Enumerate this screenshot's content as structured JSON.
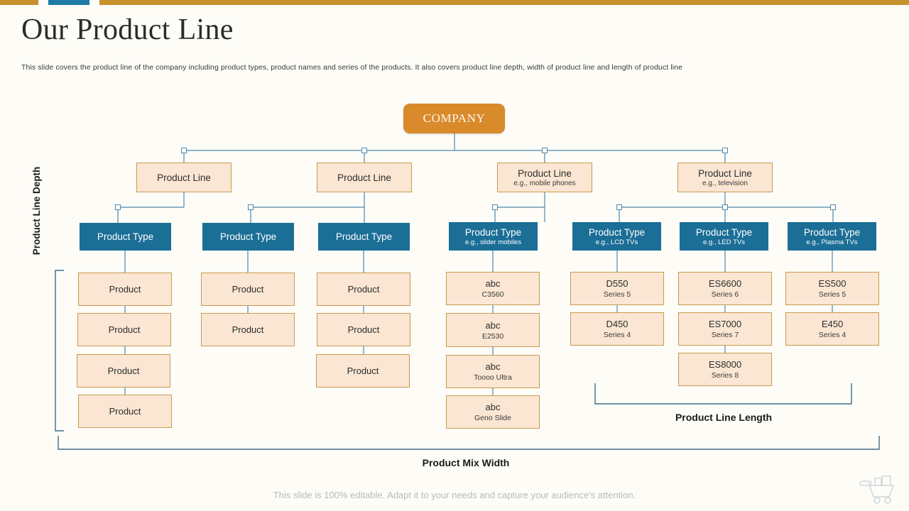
{
  "header": {
    "title": "Our Product Line",
    "subtitle": "This slide covers the product line of the company including product types,  product names and series of the products. It also covers product line depth, width of product line and length  of product line"
  },
  "theme": {
    "accent_orange": "#C8912F",
    "accent_blue": "#1E7BA6",
    "company_fill": "#D98A2B",
    "product_fill": "#FAE6D2",
    "product_border": "#C99A4E",
    "type_fill": "#1B6E96",
    "wire_color": "#4E89AE",
    "page_bg": "#FDFCF7"
  },
  "diagram": {
    "root": {
      "label": "COMPANY"
    },
    "product_lines": [
      {
        "label": "Product Line",
        "sub": ""
      },
      {
        "label": "Product Line",
        "sub": ""
      },
      {
        "label": "Product Line",
        "sub": "e.g., mobile phones"
      },
      {
        "label": "Product Line",
        "sub": "e.g., television"
      }
    ],
    "product_types": [
      {
        "label": "Product Type",
        "sub": ""
      },
      {
        "label": "Product Type",
        "sub": ""
      },
      {
        "label": "Product Type",
        "sub": ""
      },
      {
        "label": "Product Type",
        "sub": "e.g., slider mobiles"
      },
      {
        "label": "Product Type",
        "sub": "e.g., LCD TVs"
      },
      {
        "label": "Product Type",
        "sub": "e.g., LED TVs"
      },
      {
        "label": "Product Type",
        "sub": "e.g., Plasma TVs"
      }
    ],
    "columns": [
      {
        "items": [
          {
            "label": "Product",
            "sub": ""
          },
          {
            "label": "Product",
            "sub": ""
          },
          {
            "label": "Product",
            "sub": ""
          },
          {
            "label": "Product",
            "sub": ""
          }
        ]
      },
      {
        "items": [
          {
            "label": "Product",
            "sub": ""
          },
          {
            "label": "Product",
            "sub": ""
          }
        ]
      },
      {
        "items": [
          {
            "label": "Product",
            "sub": ""
          },
          {
            "label": "Product",
            "sub": ""
          },
          {
            "label": "Product",
            "sub": ""
          }
        ]
      },
      {
        "items": [
          {
            "label": "abc",
            "sub": "C3560"
          },
          {
            "label": "abc",
            "sub": "E2530"
          },
          {
            "label": "abc",
            "sub": "Toooo Ultra"
          },
          {
            "label": "abc",
            "sub": "Geno Slide"
          }
        ]
      },
      {
        "items": [
          {
            "label": "D550",
            "sub": "Series 5"
          },
          {
            "label": "D450",
            "sub": "Series 4"
          }
        ]
      },
      {
        "items": [
          {
            "label": "ES6600",
            "sub": "Series 6"
          },
          {
            "label": "ES7000",
            "sub": "Series 7"
          },
          {
            "label": "ES8000",
            "sub": "Series 8"
          }
        ]
      },
      {
        "items": [
          {
            "label": "ES500",
            "sub": "Series 5"
          },
          {
            "label": "E450",
            "sub": "Series 4"
          }
        ]
      }
    ],
    "measures": {
      "depth": "Product Line Depth",
      "length": "Product Line Length",
      "width": "Product Mix Width"
    }
  },
  "footer": {
    "note": "This slide is 100% editable. Adapt it to your needs and capture your audience's attention.",
    "icon": "shopping-cart-icon"
  }
}
